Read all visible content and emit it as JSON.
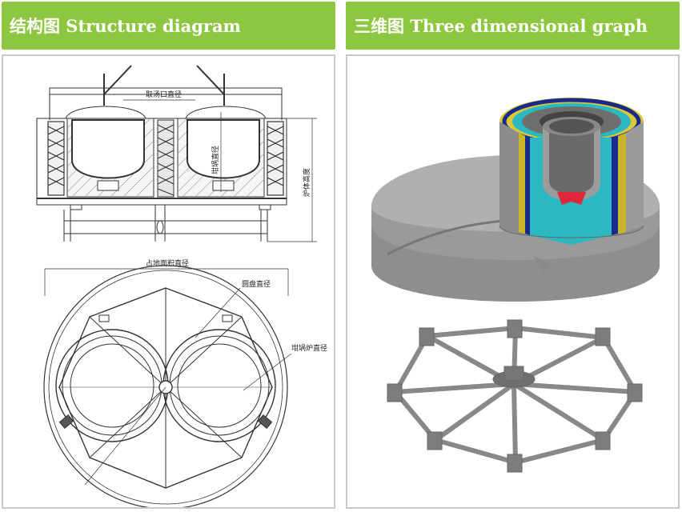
{
  "panels": {
    "left": {
      "header": "结构图 Structure diagram",
      "labels": {
        "outlet_diameter": "取汤口直径",
        "crucible_diameter_side": "坩埚直径",
        "furnace_height": "炉体高度",
        "footprint_diameter": "占地面积直径",
        "disk_diameter": "圆盘直径",
        "crucible_furnace_diameter": "坩埚炉直径"
      }
    },
    "right": {
      "header": "三维图 Three dimensional graph"
    }
  },
  "colors": {
    "header_bg": "#8dc63f",
    "header_text": "#ffffff",
    "panel_border": "#c9c9c9",
    "line": "#333333",
    "disk_gray": "#a8a8a8",
    "shell_yellow": "#c9b52a",
    "lining_blue": "#1a2a8c",
    "insulation_cyan": "#2bb8c0",
    "crucible_gray": "#8a8a8a",
    "hot_red": "#e0283a"
  }
}
